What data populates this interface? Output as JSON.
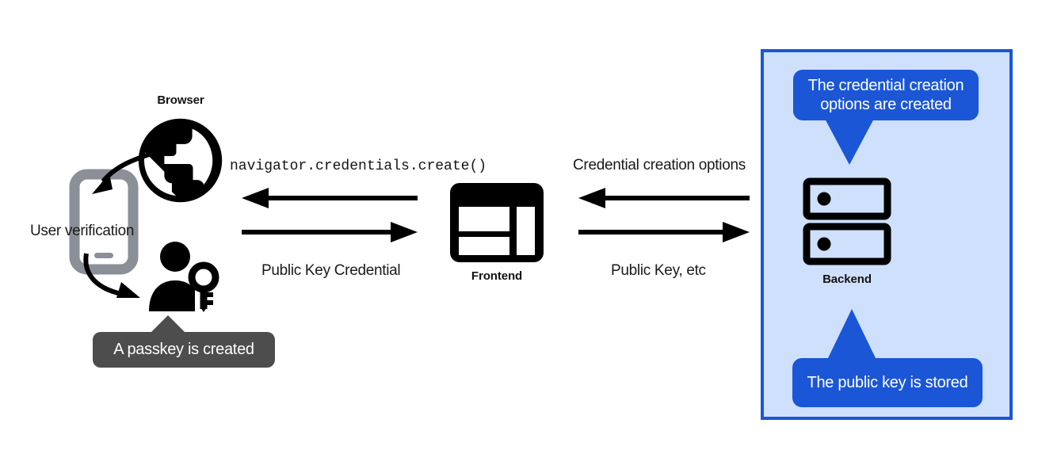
{
  "diagram": {
    "title": "WebAuthn passkey registration flow",
    "colors": {
      "accent_blue": "#1a56d6",
      "panel_fill": "#cfe0fc",
      "callout_dark": "#4d4d4d",
      "icon_black": "#000000",
      "phone_gray": "#8a8f98",
      "text": "#1a1a1a"
    }
  },
  "nodes": {
    "browser": {
      "label": "Browser",
      "icon": "globe-icon"
    },
    "frontend": {
      "label": "Frontend",
      "icon": "browser-window-icon"
    },
    "backend": {
      "label": "Backend",
      "icon": "server-rack-icon"
    },
    "device": {
      "icon": "smartphone-icon"
    },
    "passkey_user": {
      "icon": "person-with-key-icon"
    }
  },
  "annotations": {
    "user_verification": "User verification",
    "passkey_created": "A passkey is created",
    "credential_options_created": "The credential creation options are created",
    "public_key_stored": "The public key is stored"
  },
  "flows": {
    "browser_frontend": {
      "top_label": "navigator.credentials.create()",
      "top_direction": "left",
      "bottom_label": "Public Key Credential",
      "bottom_direction": "right"
    },
    "frontend_backend": {
      "top_label": "Credential creation options",
      "top_direction": "left",
      "bottom_label": "Public Key, etc",
      "bottom_direction": "right"
    }
  }
}
